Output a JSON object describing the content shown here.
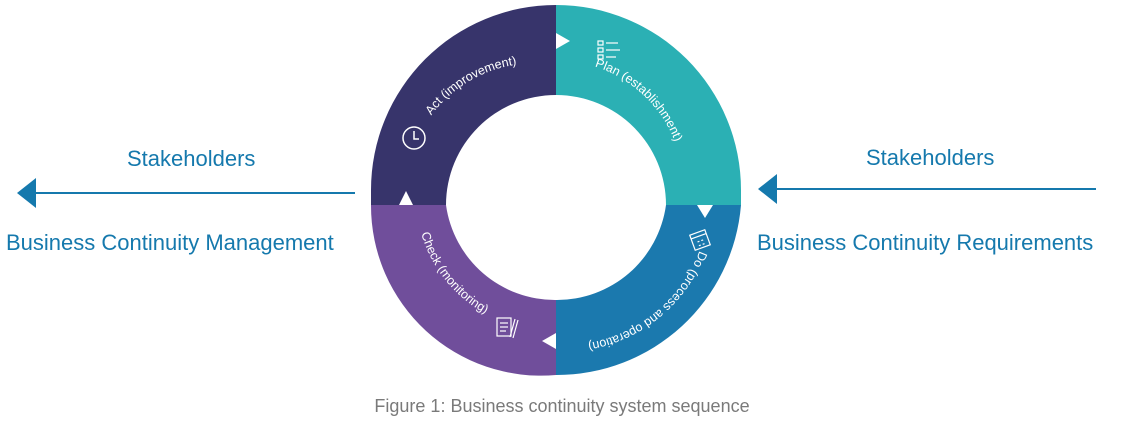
{
  "left": {
    "title": "Stakeholders",
    "subtitle": "Business Continuity Management"
  },
  "right": {
    "title": "Stakeholders",
    "subtitle": "Business Continuity Requirements"
  },
  "cycle": {
    "segments": [
      {
        "id": "plan",
        "label": "Plan (establishment)",
        "color": "#2bb0b4",
        "icon": "checklist-icon"
      },
      {
        "id": "do",
        "label": "Do (process and operation)",
        "color": "#1b79ae",
        "icon": "calendar-icon"
      },
      {
        "id": "check",
        "label": "Check (monitoring)",
        "color": "#704e9b",
        "icon": "document-pen-icon"
      },
      {
        "id": "act",
        "label": "Act (improvement)",
        "color": "#37346b",
        "icon": "clock-icon"
      }
    ]
  },
  "colors": {
    "arrow": "#1579ad",
    "caption": "#7a7a7a"
  },
  "caption": "Figure 1: Business continuity system sequence"
}
